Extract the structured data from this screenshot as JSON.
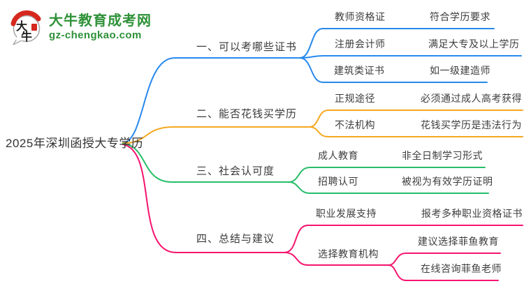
{
  "logo": {
    "badge": {
      "char_top": "大",
      "char_bottom": "牛"
    },
    "site_name": "大牛教育成考网",
    "site_url": "gz-chengkao.com",
    "brand_green": "#2e9138",
    "seal_red": "#d6281e"
  },
  "root": {
    "label": "2025年深圳函授大专学历"
  },
  "branches": [
    {
      "label": "一、可以考哪些证书",
      "color": "#2789ee",
      "children": [
        {
          "label": "教师资格证",
          "detail": "符合学历要求"
        },
        {
          "label": "注册会计师",
          "detail": "满足大专及以上学历"
        },
        {
          "label": "建筑类证书",
          "detail": "如一级建造师"
        }
      ]
    },
    {
      "label": "二、能否花钱买学历",
      "color": "#f3a81f",
      "children": [
        {
          "label": "正规途径",
          "detail": "必须通过成人高考获得"
        },
        {
          "label": "不法机构",
          "detail": "花钱买学历是违法行为"
        }
      ]
    },
    {
      "label": "三、社会认可度",
      "color": "#27be69",
      "children": [
        {
          "label": "成人教育",
          "detail": "非全日制学习形式"
        },
        {
          "label": "招聘认可",
          "detail": "被视为有效学历证明"
        }
      ]
    },
    {
      "label": "四、总结与建议",
      "color": "#f5146e",
      "children": [
        {
          "label": "职业发展支持",
          "detail": "报考多种职业资格证书"
        },
        {
          "label": "选择教育机构",
          "subs": [
            "建议选择菲鱼教育",
            "在线咨询菲鱼老师"
          ]
        }
      ]
    }
  ]
}
